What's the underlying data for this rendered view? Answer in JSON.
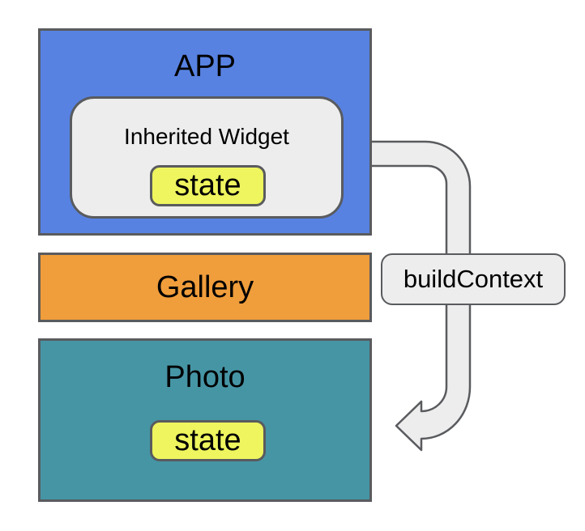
{
  "diagram": {
    "app": {
      "label": "APP"
    },
    "inherited_widget": {
      "label": "Inherited Widget",
      "state": "state"
    },
    "gallery": {
      "label": "Gallery"
    },
    "photo": {
      "label": "Photo",
      "state": "state"
    },
    "arrow": {
      "label": "buildContext"
    }
  },
  "colors": {
    "background": "#ffffff",
    "app_fill": "#5782e2",
    "gallery_fill": "#f09d3b",
    "photo_fill": "#4695a5",
    "state_fill": "#eef55e",
    "panel_fill": "#ededed",
    "arrow_fill": "#ededed",
    "border": "#595b5e",
    "text": "#000000"
  }
}
